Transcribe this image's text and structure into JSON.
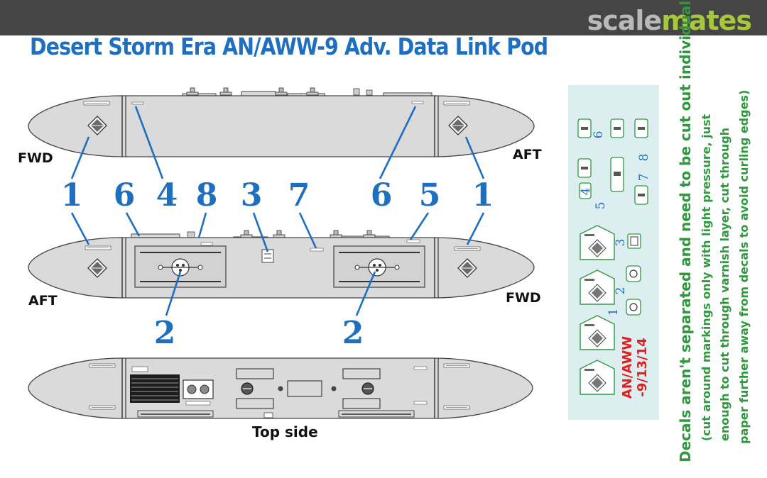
{
  "watermark": {
    "part1": "scale",
    "part2": "mates"
  },
  "title": "Desert Storm Era  AN/AWW-9  Adv. Data Link Pod",
  "labels": {
    "fwd": "FWD",
    "aft": "AFT",
    "top_side": "Top side"
  },
  "callouts": {
    "n1": "1",
    "n2": "2",
    "n3": "3",
    "n4": "4",
    "n5": "5",
    "n6": "6",
    "n7": "7",
    "n8": "8"
  },
  "decal_sheet": {
    "red_line1": "AN/AWW",
    "red_line2": "-9/13/14"
  },
  "note": {
    "line1": "Decals aren't separated and need to be cut out individually",
    "line2": "(cut around markings only with light pressure, just",
    "line3": "enough to cut through varnish layer, cut through",
    "line4": "paper further away from decals to avoid curling edges)"
  },
  "colors": {
    "title_blue": "#1f6fc1",
    "note_green": "#2e9a3e",
    "red": "#e02020",
    "pod_gray": "#dadada",
    "sheet_bg": "#ddeef0"
  }
}
